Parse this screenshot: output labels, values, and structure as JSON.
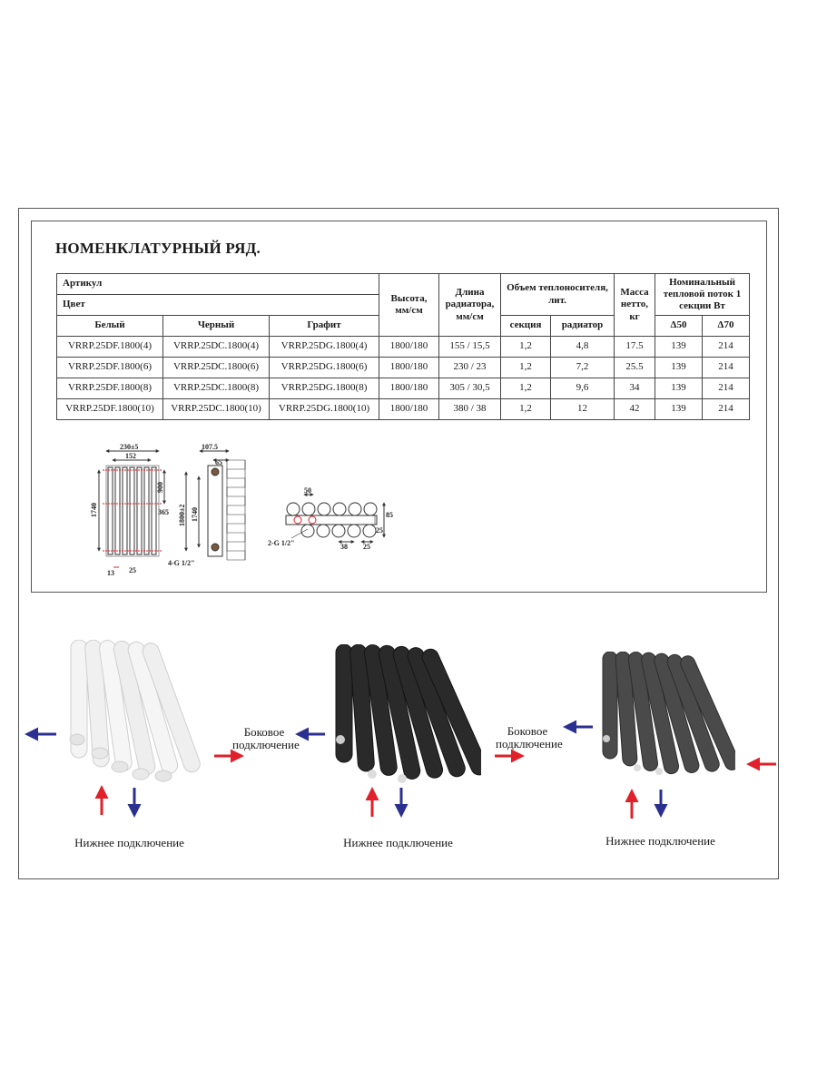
{
  "title": "НОМЕНКЛАТУРНЫЙ РЯД.",
  "table": {
    "headers": {
      "article": "Артикул",
      "color": "Цвет",
      "white": "Белый",
      "black": "Черный",
      "graphite": "Графит",
      "height": "Высота, мм/см",
      "length": "Длина радиатора, мм/см",
      "volume": "Объем теплоносителя, лит.",
      "section": "секция",
      "radiator": "радиатор",
      "mass": "Масса нетто, кг",
      "flow": "Номинальный тепловой поток 1 секции Вт",
      "d50": "Δ50",
      "d70": "Δ70"
    },
    "rows": [
      {
        "white": "VRRP.25DF.1800(4)",
        "black": "VRRP.25DC.1800(4)",
        "graphite": "VRRP.25DG.1800(4)",
        "height": "1800/180",
        "length": "155 / 15,5",
        "section": "1,2",
        "radiator": "4,8",
        "mass": "17.5",
        "d50": "139",
        "d70": "214"
      },
      {
        "white": "VRRP.25DF.1800(6)",
        "black": "VRRP.25DC.1800(6)",
        "graphite": "VRRP.25DG.1800(6)",
        "height": "1800/180",
        "length": "230 / 23",
        "section": "1,2",
        "radiator": "7,2",
        "mass": "25.5",
        "d50": "139",
        "d70": "214"
      },
      {
        "white": "VRRP.25DF.1800(8)",
        "black": "VRRP.25DC.1800(8)",
        "graphite": "VRRP.25DG.1800(8)",
        "height": "1800/180",
        "length": "305 / 30,5",
        "section": "1,2",
        "radiator": "9,6",
        "mass": "34",
        "d50": "139",
        "d70": "214"
      },
      {
        "white": "VRRP.25DF.1800(10)",
        "black": "VRRP.25DC.1800(10)",
        "graphite": "VRRP.25DG.1800(10)",
        "height": "1800/180",
        "length": "380 / 38",
        "section": "1,2",
        "radiator": "12",
        "mass": "42",
        "d50": "139",
        "d70": "214"
      }
    ]
  },
  "drawings": {
    "front": {
      "w_total": "230±5",
      "w_inner": "152",
      "h_left": "1740",
      "h_right": "900",
      "side": "365",
      "bottom_a": "13",
      "bottom_b": "25"
    },
    "side": {
      "depth": "107.5",
      "depth_inner": "65",
      "h_outer": "1800±2",
      "h_inner": "1740",
      "thread": "4-G 1/2\""
    },
    "top": {
      "pitch": "50",
      "height": "85",
      "side": "25",
      "spacing": "38",
      "bottom": "25",
      "thread": "2-G 1/2\""
    }
  },
  "photos": {
    "white_bottom": "Нижнее подключение",
    "side_conn": "Боковое подключение",
    "black_bottom": "Нижнее подключение",
    "side_conn2": "Боковое подключение",
    "graphite_bottom": "Нижнее подключение"
  },
  "colors": {
    "hot": "#e0202a",
    "cold": "#2b2f8f",
    "black": "#2a2a2a",
    "graphite": "#4a4a4a",
    "white": "#f2f2f2"
  }
}
